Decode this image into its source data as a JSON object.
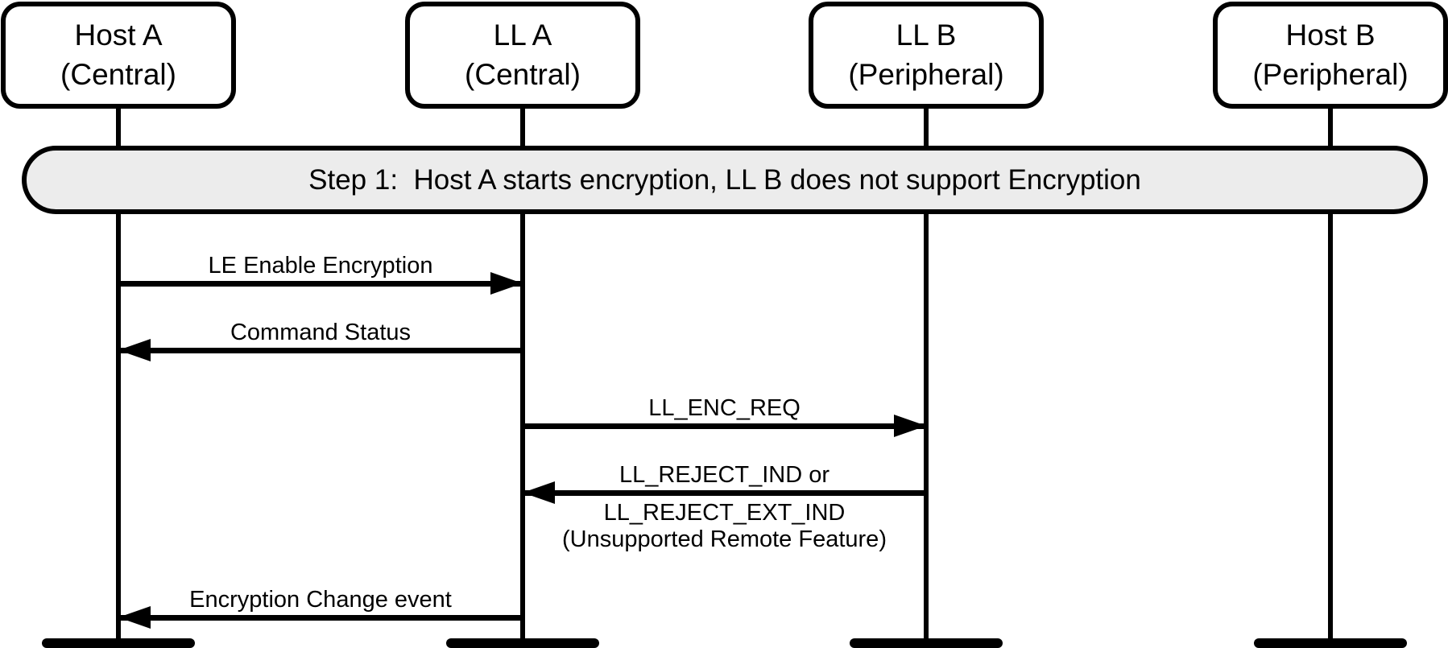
{
  "diagram_type": "sequence-diagram",
  "colors": {
    "line": "#000000",
    "text": "#000000",
    "box_fill": "#ffffff",
    "banner_fill": "#ececec"
  },
  "actors": [
    {
      "name": "Host A",
      "role": "(Central)"
    },
    {
      "name": "LL A",
      "role": "(Central)"
    },
    {
      "name": "LL B",
      "role": "(Peripheral)"
    },
    {
      "name": "Host B",
      "role": "(Peripheral)"
    }
  ],
  "step_banner": {
    "text": "Step 1:  Host A starts encryption, LL B does not support Encryption"
  },
  "messages": [
    {
      "label": "LE Enable Encryption",
      "from": "Host A (Central)",
      "to": "LL A (Central)",
      "arrow": "right"
    },
    {
      "label": "Command Status",
      "from": "LL A (Central)",
      "to": "Host A (Central)",
      "arrow": "left"
    },
    {
      "label": "LL_ENC_REQ",
      "from": "LL A (Central)",
      "to": "LL B (Peripheral)",
      "arrow": "right"
    },
    {
      "label": "LL_REJECT_IND or",
      "label_line2": "LL_REJECT_EXT_IND",
      "label_line3": "(Unsupported Remote Feature)",
      "from": "LL B (Peripheral)",
      "to": "LL A (Central)",
      "arrow": "left"
    },
    {
      "label": "Encryption Change event",
      "from": "LL A (Central)",
      "to": "Host A (Central)",
      "arrow": "left"
    }
  ]
}
